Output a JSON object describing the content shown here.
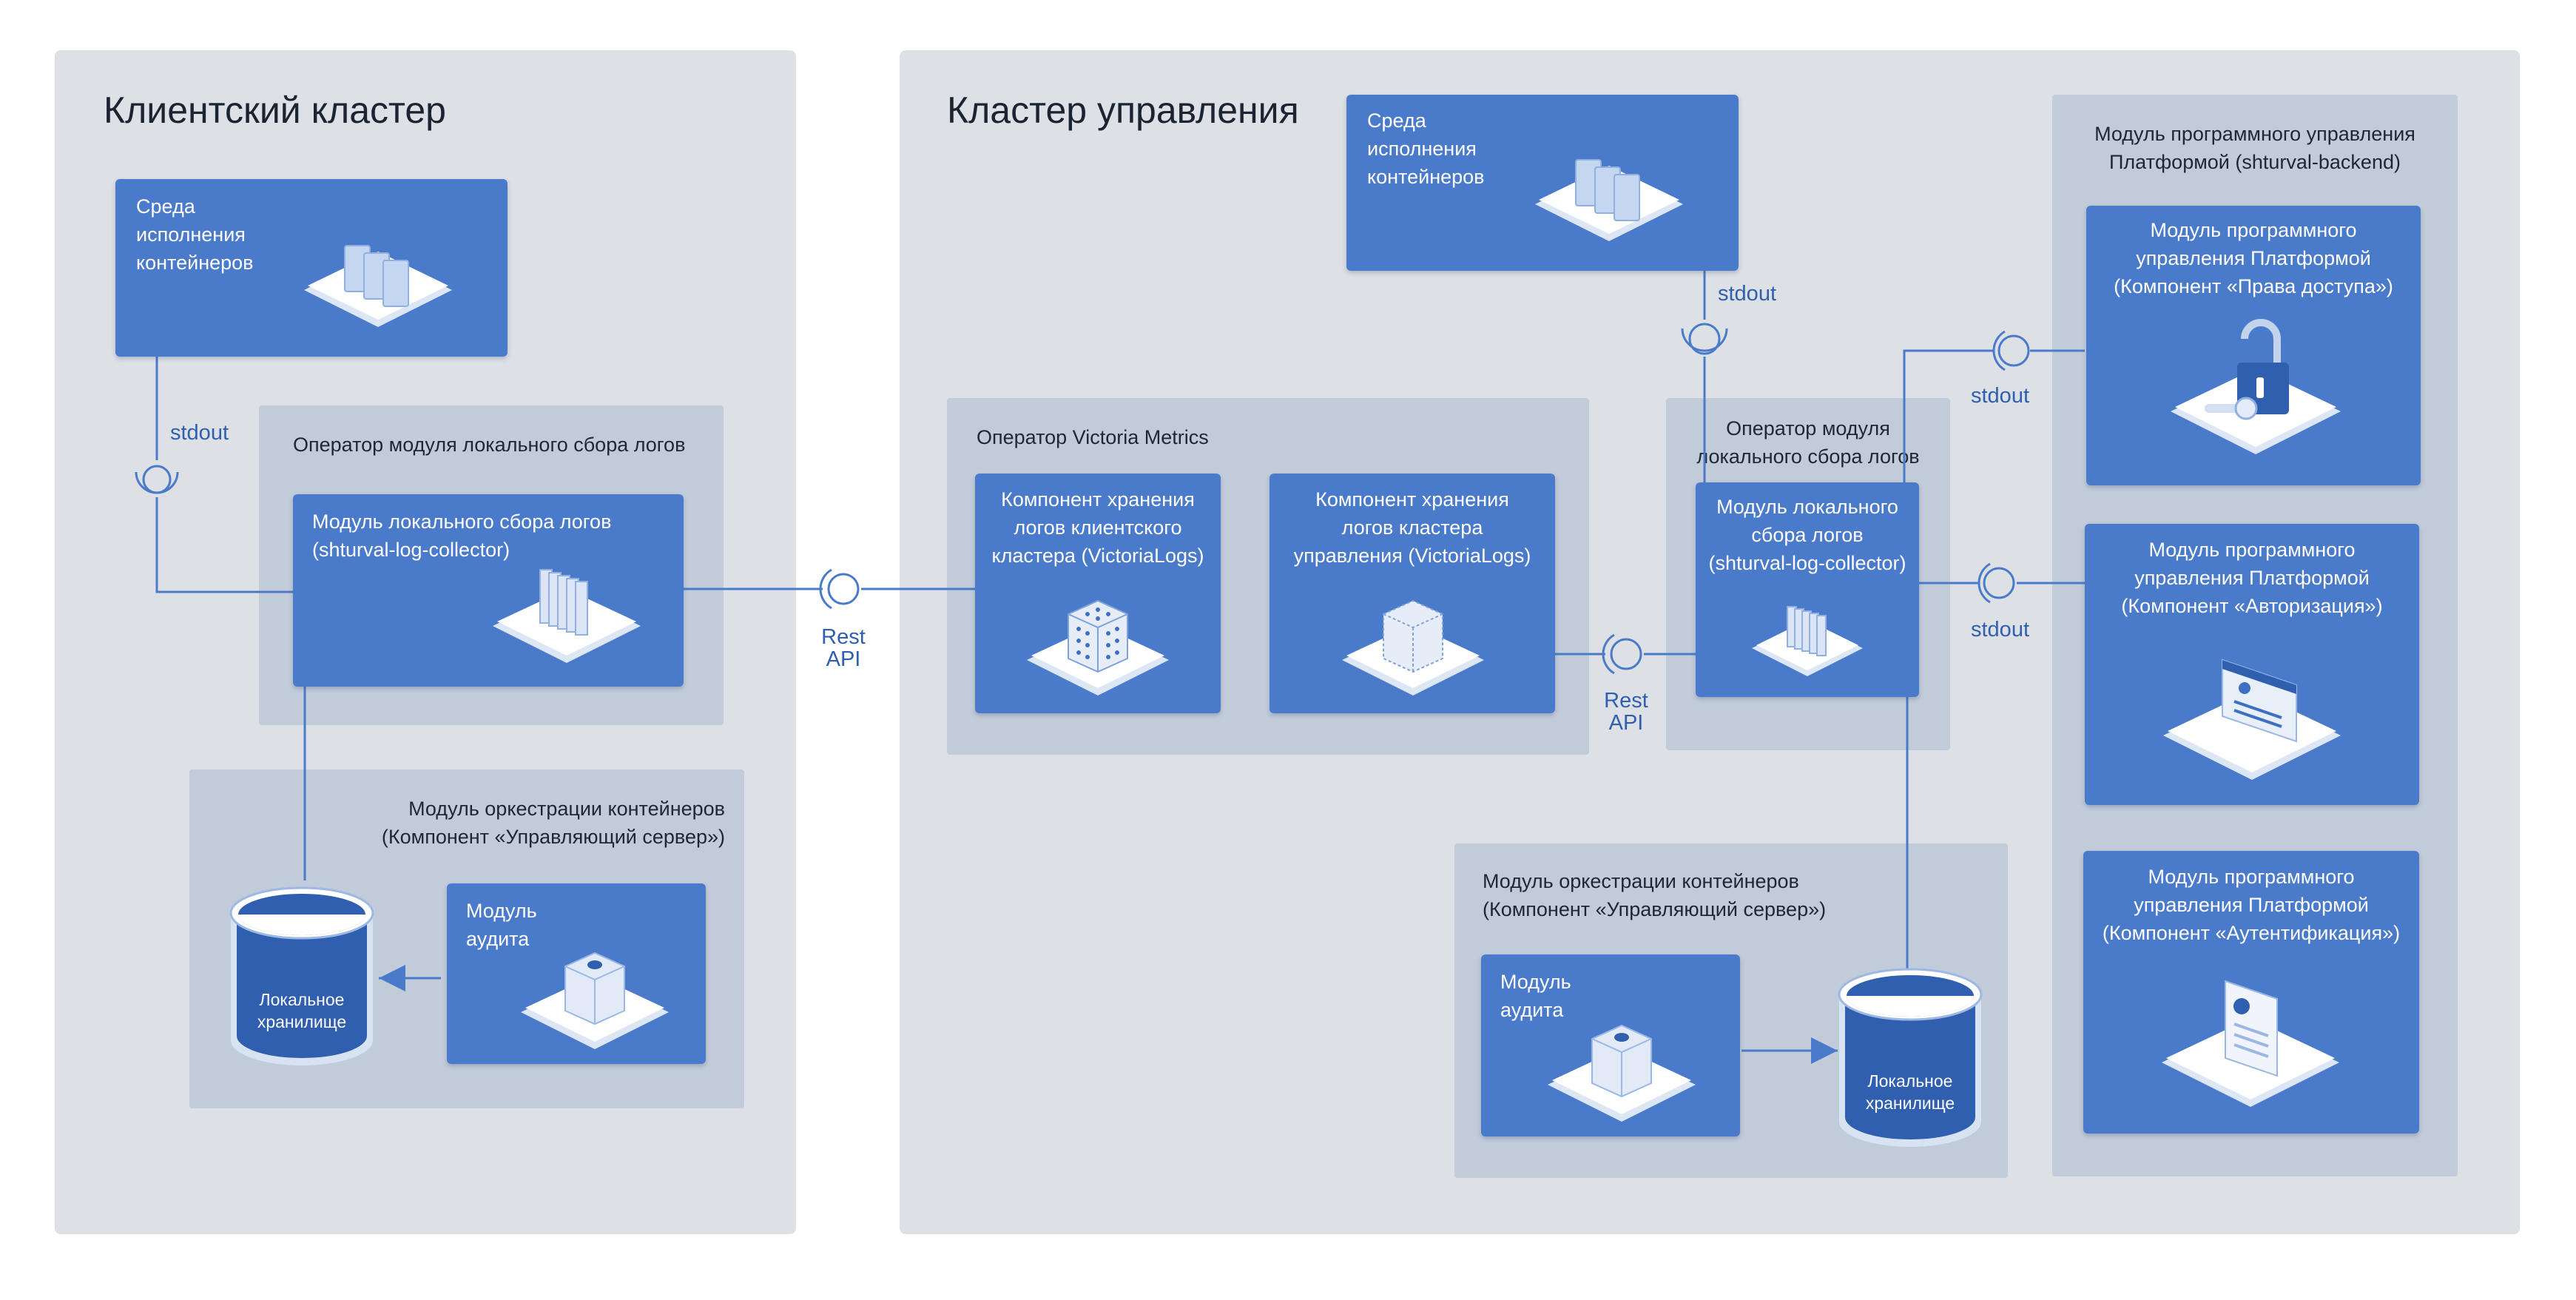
{
  "client_cluster": {
    "title": "Клиентский кластер",
    "runtime": {
      "line1": "Среда",
      "line2": "исполнения",
      "line3": "контейнеров"
    },
    "stdout": "stdout",
    "operator_group": "Оператор модуля локального сбора логов",
    "collector": {
      "line1": "Модуль локального сбора логов",
      "line2": "(shturval-log-collector)"
    },
    "orchestration_group": {
      "line1": "Модуль оркестрации контейнеров",
      "line2": "(Компонент «Управляющий сервер»)"
    },
    "audit": {
      "line1": "Модуль",
      "line2": "аудита"
    },
    "storage": {
      "line1": "Локальное",
      "line2": "хранилище"
    }
  },
  "rest_api_left": {
    "line1": "Rest",
    "line2": "API"
  },
  "management_cluster": {
    "title": "Кластер управления",
    "runtime": {
      "line1": "Среда",
      "line2": "исполнения",
      "line3": "контейнеров"
    },
    "stdout_top": "stdout",
    "vm_operator_group": "Оператор Victoria Metrics",
    "vm_client_storage": {
      "line1": "Компонент хранения",
      "line2": "логов клиентского",
      "line3": "кластера (VictoriaLogs)"
    },
    "vm_mgmt_storage": {
      "line1": "Компонент хранения",
      "line2": "логов кластера",
      "line3": "управления (VictoriaLogs)"
    },
    "rest_api": {
      "line1": "Rest",
      "line2": "API"
    },
    "operator_group": {
      "line1": "Оператор модуля",
      "line2": "локального сбора логов"
    },
    "collector": {
      "line1": "Модуль локального",
      "line2": "сбора логов",
      "line3": "(shturval-log-collector)"
    },
    "stdout_right_top": "stdout",
    "stdout_right_mid": "stdout",
    "orchestration_group": {
      "line1": "Модуль оркестрации контейнеров",
      "line2": "(Компонент «Управляющий сервер»)"
    },
    "audit": {
      "line1": "Модуль",
      "line2": "аудита"
    },
    "storage": {
      "line1": "Локальное",
      "line2": "хранилище"
    },
    "backend_group": {
      "line1": "Модуль программного управления",
      "line2": "Платформой (shturval-backend)"
    },
    "access": {
      "line1": "Модуль программного",
      "line2": "управления Платформой",
      "line3": "(Компонент «Права доступа»)"
    },
    "authz": {
      "line1": "Модуль программного",
      "line2": "управления Платформой",
      "line3": "(Компонент «Авторизация»)"
    },
    "authn": {
      "line1": "Модуль программного",
      "line2": "управления Платформой",
      "line3": "(Компонент «Аутентификация»)"
    }
  },
  "icons": [
    "container-runtime-icon",
    "log-collector-icon",
    "audit-cube-icon",
    "database-icon",
    "storage-cube-icon",
    "padlock-icon",
    "auth-window-icon",
    "document-user-icon",
    "interface-socket-icon"
  ],
  "colors": {
    "cluster_bg": "#dde0e5",
    "group_bg": "#c2cbd9",
    "box_bg": "#4a7bca",
    "wire": "#4a7bca",
    "label_blue": "#2f5fae"
  }
}
